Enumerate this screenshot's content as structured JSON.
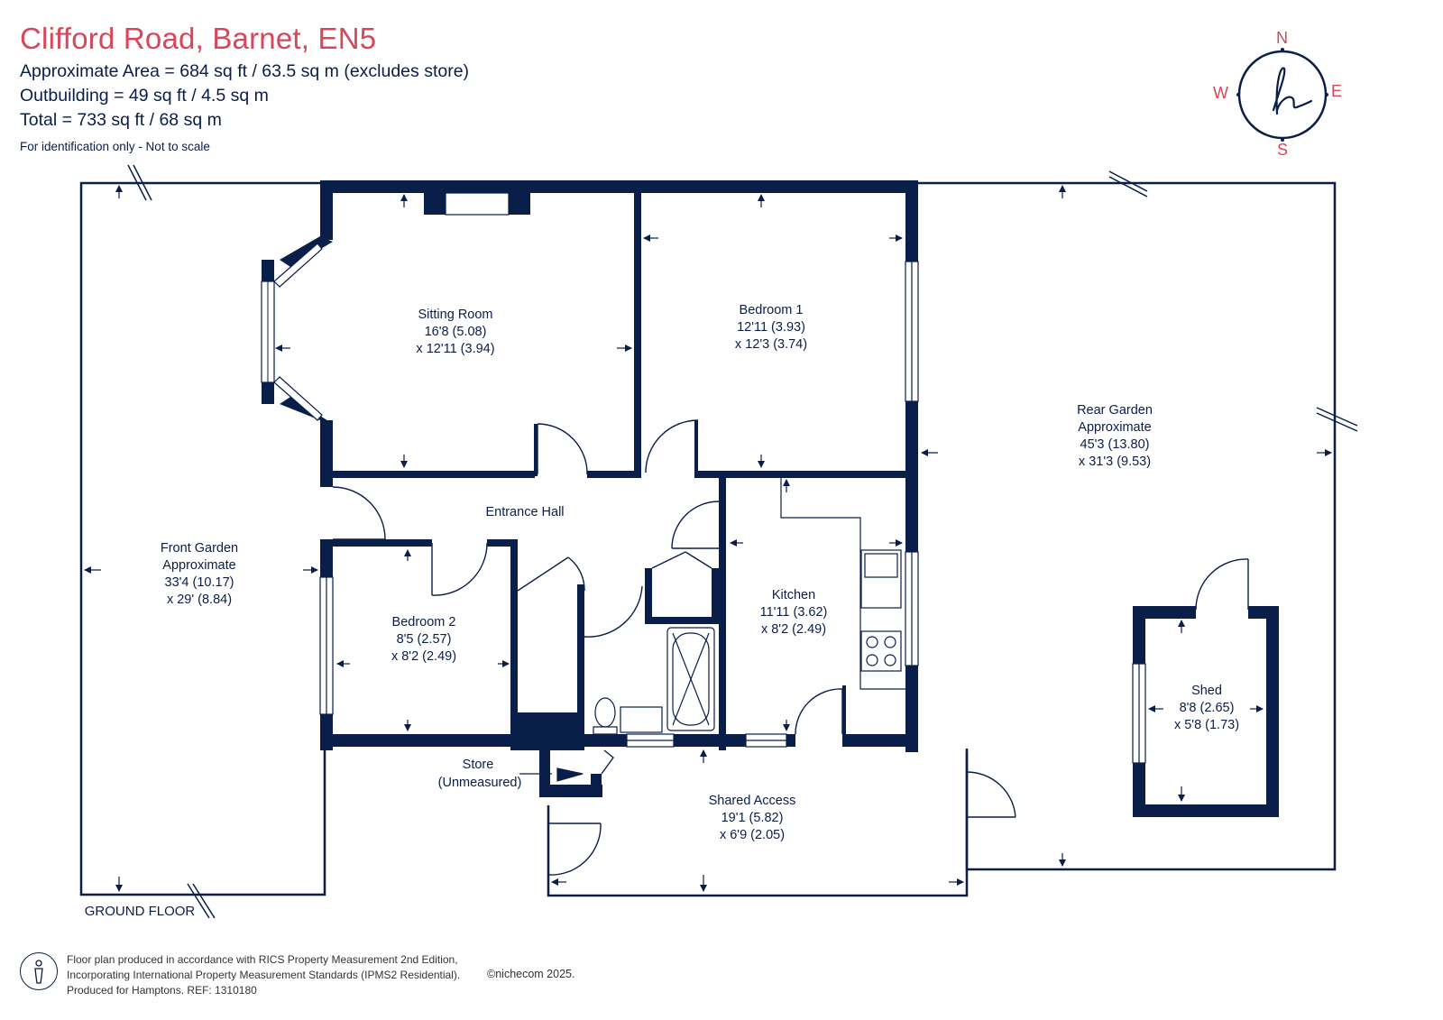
{
  "header": {
    "title": "Clifford Road, Barnet, EN5",
    "lines": [
      "Approximate Area = 684 sq ft / 63.5 sq m (excludes store)",
      "Outbuilding = 49 sq ft / 4.5 sq m",
      "Total = 733 sq ft / 68 sq m"
    ],
    "note": "For identification only - Not to scale"
  },
  "compass": {
    "n": "N",
    "s": "S",
    "e": "E",
    "w": "W",
    "monogram": "h"
  },
  "floor_label": "GROUND FLOOR",
  "rooms": {
    "sitting": [
      "Sitting Room",
      "16'8 (5.08)",
      "x 12'11 (3.94)"
    ],
    "bedroom1": [
      "Bedroom 1",
      "12'11 (3.93)",
      "x 12'3 (3.74)"
    ],
    "rear_garden": [
      "Rear Garden",
      "Approximate",
      "45'3 (13.80)",
      "x 31'3 (9.53)"
    ],
    "entrance": [
      "Entrance Hall"
    ],
    "front_garden": [
      "Front Garden",
      "Approximate",
      "33'4 (10.17)",
      "x 29' (8.84)"
    ],
    "bedroom2": [
      "Bedroom 2",
      "8'5 (2.57)",
      "x 8'2 (2.49)"
    ],
    "kitchen": [
      "Kitchen",
      "11'11 (3.62)",
      "x 8'2 (2.49)"
    ],
    "shed": [
      "Shed",
      "8'8 (2.65)",
      "x 5'8 (1.73)"
    ],
    "store": [
      "Store",
      "(Unmeasured)"
    ],
    "shared": [
      "Shared Access",
      "19'1 (5.82)",
      "x 6'9 (2.05)"
    ]
  },
  "footer": {
    "lines": [
      "Floor plan produced in accordance with RICS Property Measurement 2nd Edition,",
      "Incorporating International Property Measurement Standards (IPMS2 Residential).",
      "Produced for Hamptons.  REF:  1310180"
    ],
    "copyright": "©nichecom 2025."
  },
  "colors": {
    "wall": "#0a1e4a",
    "title": "#d6475a"
  }
}
